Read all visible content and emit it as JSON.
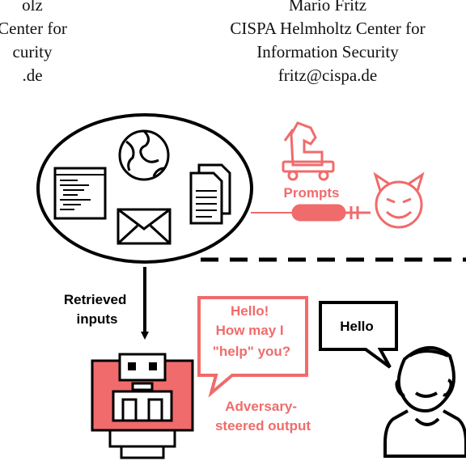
{
  "authors": [
    {
      "name": "olz",
      "affiliation_line1": "Center for",
      "affiliation_line2": "curity",
      "email": ".de"
    },
    {
      "name": "Mario Fritz",
      "affiliation_line1": "CISPA Helmholtz Center for",
      "affiliation_line2": "Information Security",
      "email": "fritz@cispa.de"
    }
  ],
  "figure": {
    "attack_label": "Prompts",
    "retrieval_label_line1": "Retrieved",
    "retrieval_label_line2": "inputs",
    "llm_output_line1": "Hello!",
    "llm_output_line2": "How may I",
    "llm_output_line3": "\"help\" you?",
    "output_label_line1": "Adversary-",
    "output_label_line2": "steered output",
    "user_message": "Hello",
    "colors": {
      "adversary": "#f06b6b",
      "ink": "#000000"
    },
    "icons": [
      "document-icon",
      "globe-icon",
      "files-icon",
      "envelope-icon",
      "trojan-horse-icon",
      "syringe-icon",
      "devil-icon",
      "robot-computer-icon",
      "user-icon"
    ]
  }
}
